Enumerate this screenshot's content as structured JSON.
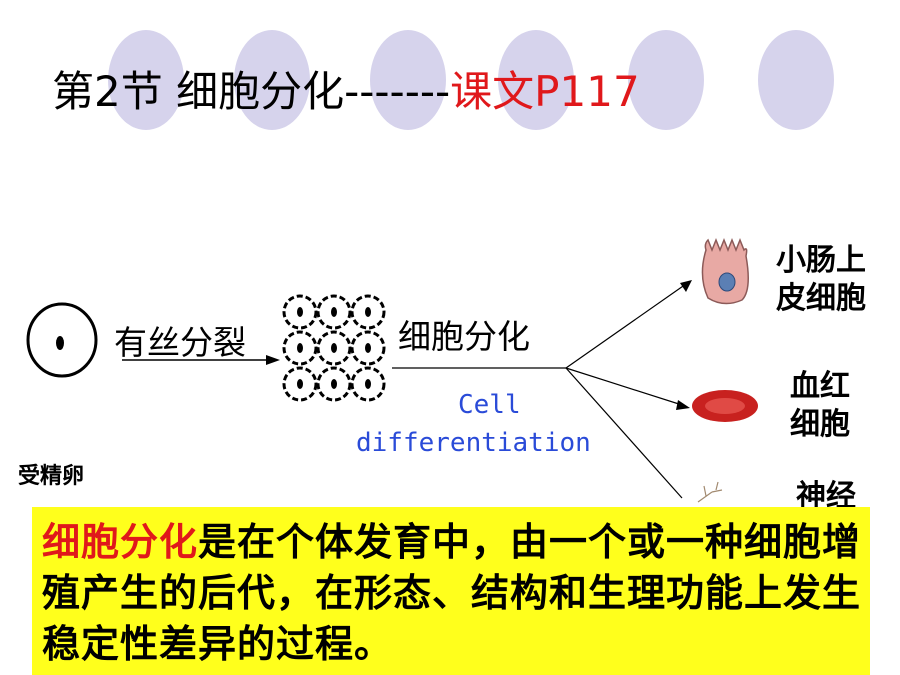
{
  "title": {
    "part1": "第2节 细胞分化-------",
    "part2": "课文P117"
  },
  "diagram": {
    "mitosis_label": "有丝分裂",
    "differentiation_label": "细胞分化",
    "english_line1": "Cell",
    "english_line2": "differentiation",
    "zygote_label": "受精卵",
    "cells": [
      {
        "line1": "小肠上",
        "line2": "皮细胞"
      },
      {
        "line1": "血红",
        "line2": "细胞"
      },
      {
        "line1": "神经",
        "line2": ""
      }
    ]
  },
  "definition": {
    "term": "细胞分化",
    "rest": "是在个体发育中，由一个或一种细胞增殖产生的后代，在形态、结构和生理功能上发生稳定性差异的过程。"
  },
  "colors": {
    "accent_red": "#e0181b",
    "highlight": "#ffff1c",
    "english_text": "#2a4bd8",
    "deco": "#d6d3ec"
  }
}
